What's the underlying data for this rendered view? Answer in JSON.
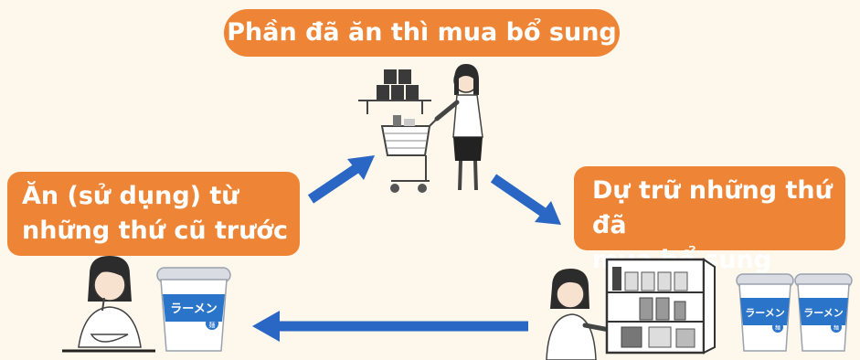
{
  "labels": {
    "top": "Phần đã ăn thì mua bổ sung",
    "left_line1": "Ăn (sử dụng) từ",
    "left_line2": "những thứ cũ trước",
    "right_line1": "Dự trữ những thứ đã",
    "right_line2": "mua bổ sung"
  },
  "cup_text": "ラーメン",
  "cup_small_text": "麺",
  "colors": {
    "label_bg": "#ee8536",
    "arrow": "#2a66c4",
    "background": "#fdf7ec",
    "cup_blue": "#2a75c9"
  }
}
